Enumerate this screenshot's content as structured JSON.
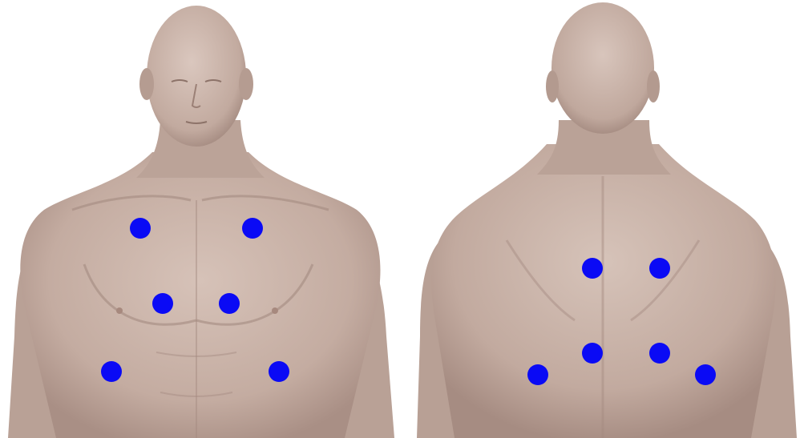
{
  "colors": {
    "background": "#ffffff",
    "skin": "#c4aca1",
    "skin_shadow": "#a48a80",
    "skin_highlight": "#dcc9c0",
    "marker": "#0a0af5"
  },
  "views": [
    {
      "id": "front",
      "marker_count": 6,
      "marker_icon": "circle-marker-icon"
    },
    {
      "id": "back",
      "marker_count": 6,
      "marker_icon": "circle-marker-icon"
    }
  ]
}
